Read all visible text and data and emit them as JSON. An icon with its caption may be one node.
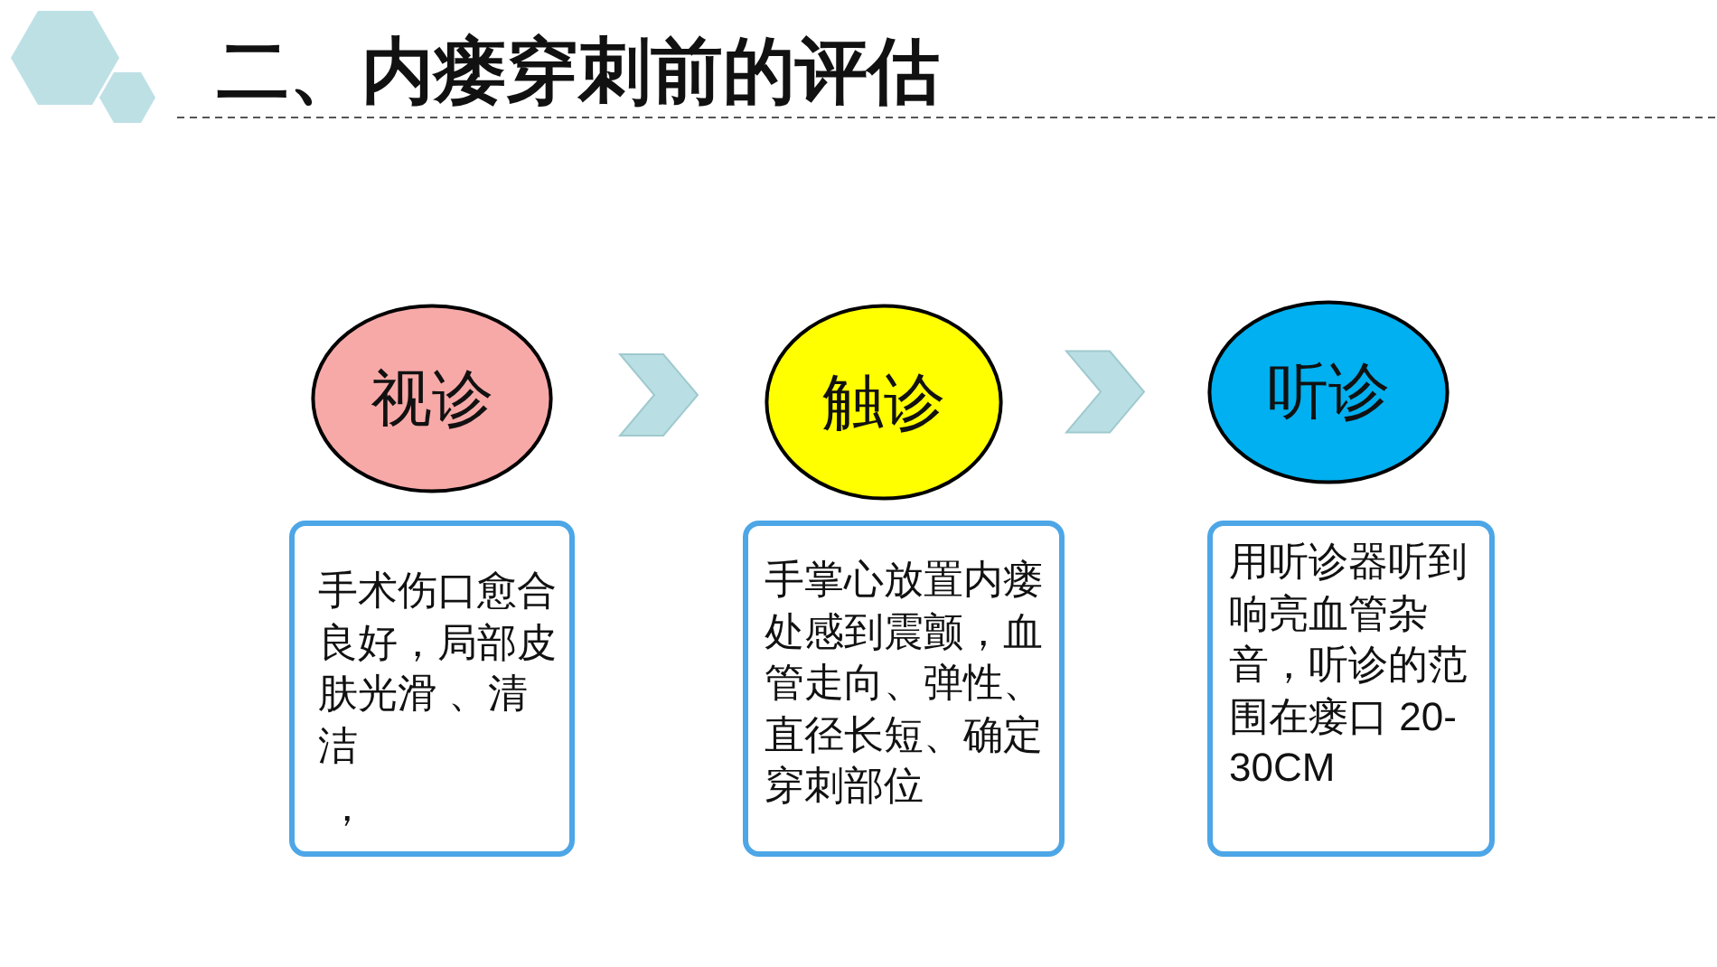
{
  "diagram": {
    "title": "二、内瘘穿刺前的评估",
    "nodes": [
      {
        "text": [
          "视诊"
        ]
      },
      {
        "text": [
          "触诊"
        ]
      },
      {
        "text": [
          "听诊"
        ]
      },
      {
        "text": [
          "手术伤口愈合良好，局部皮肤光滑 、清洁",
          "，"
        ]
      },
      {
        "text": [
          "手掌心放置内瘘处感到震颤，血管走向、弹性、直径长短、确定穿刺部位"
        ]
      },
      {
        "text": [
          "用听诊器听到响亮血管杂音，听诊的范围在瘘口 20-30CM"
        ]
      }
    ],
    "edges": [
      {
        "from": 0,
        "to": 1,
        "arrow": "to"
      },
      {
        "from": 1,
        "to": 2,
        "arrow": "to"
      }
    ]
  }
}
